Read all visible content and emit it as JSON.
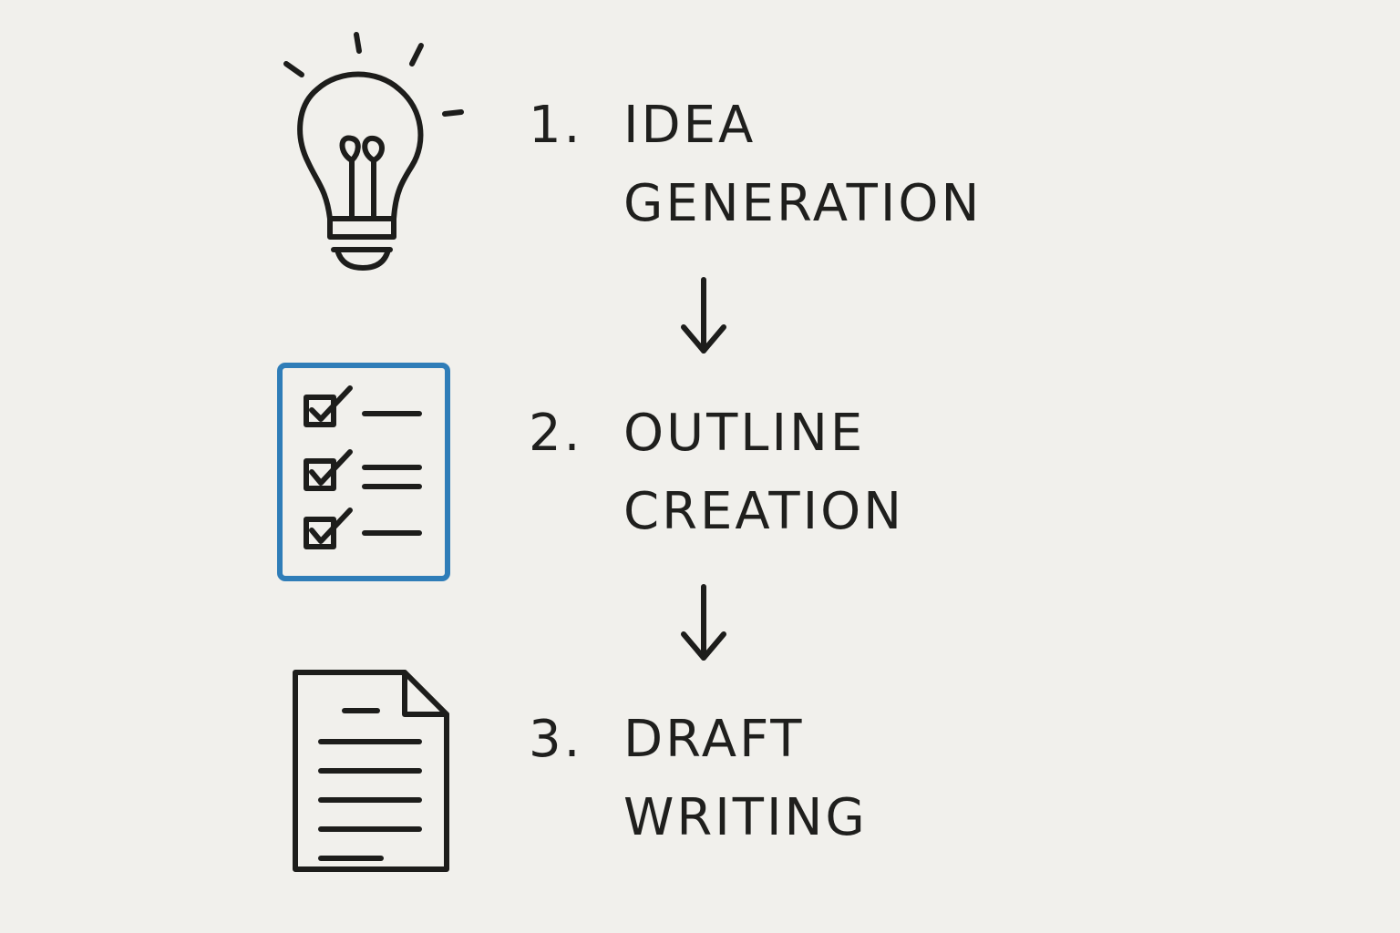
{
  "steps": [
    {
      "number": "1.",
      "line1": "IDEA",
      "line2": "GENERATION",
      "icon": "lightbulb-icon"
    },
    {
      "number": "2.",
      "line1": "OUTLINE",
      "line2": "CREATION",
      "icon": "checklist-icon"
    },
    {
      "number": "3.",
      "line1": "DRAFT",
      "line2": "WRITING",
      "icon": "document-icon"
    }
  ],
  "arrows": [
    {
      "icon": "down-arrow-icon"
    },
    {
      "icon": "down-arrow-icon"
    }
  ],
  "colors": {
    "ink": "#1d1d1b",
    "accent": "#2f7db8",
    "background": "#f1f0ec"
  }
}
